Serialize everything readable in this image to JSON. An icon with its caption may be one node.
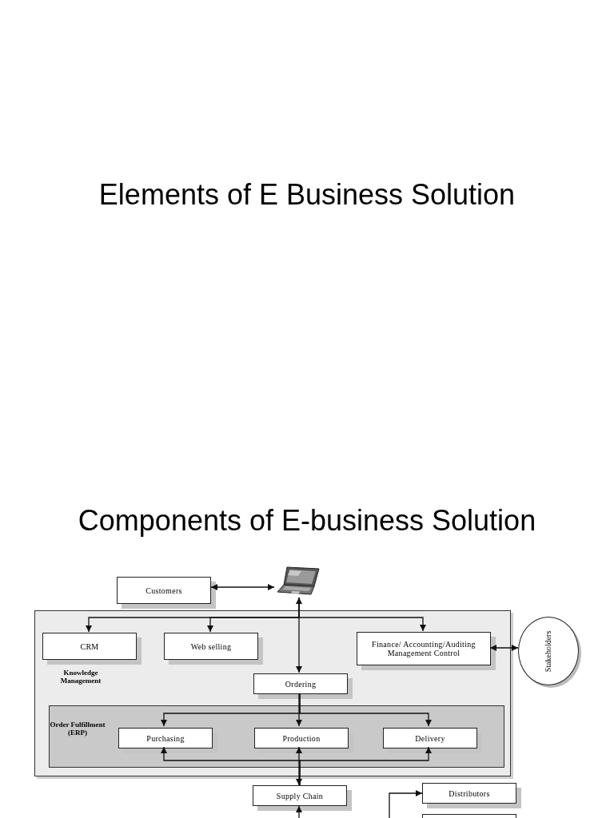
{
  "diagram": {
    "title": "Elements of E Business Solution",
    "nodes": [
      {
        "text": [
          "Customers"
        ]
      },
      {
        "text": [],
        "shape": "picture"
      },
      {
        "text": [
          "Knowledge Management"
        ]
      },
      {
        "text": [
          "CRM"
        ],
        "in": 2
      },
      {
        "text": [
          "Web selling"
        ],
        "in": 2
      },
      {
        "text": [
          "Finance/ Accounting/Auditing Management Control"
        ],
        "in": 2
      },
      {
        "text": [
          "Stakeholders"
        ]
      },
      {
        "text": [
          "Ordering"
        ],
        "in": 2
      },
      {
        "text": [
          "Order Fulfillment (ERP)"
        ],
        "in": 2
      },
      {
        "text": [
          "Purchasing"
        ],
        "in": 8
      },
      {
        "text": [
          "Production"
        ],
        "in": 8
      },
      {
        "text": [
          "Delivery"
        ],
        "in": 8
      },
      {
        "text": [
          "Supply Chain"
        ]
      },
      {
        "text": [
          "Distributors"
        ]
      },
      {
        "text": [],
        "shape": "box"
      }
    ],
    "edges": [
      {
        "from": 0,
        "to": 1,
        "arrow": "both"
      },
      {
        "from": 1,
        "to": 3,
        "arrow": "to"
      },
      {
        "from": 1,
        "to": 4,
        "arrow": "to"
      },
      {
        "from": 1,
        "to": 5,
        "arrow": "to"
      },
      {
        "from": 1,
        "to": 7,
        "arrow": "both"
      },
      {
        "from": 5,
        "to": 6,
        "arrow": "both"
      },
      {
        "from": 7,
        "to": 9,
        "arrow": "to"
      },
      {
        "from": 7,
        "to": 10,
        "arrow": "to"
      },
      {
        "from": 7,
        "to": 11,
        "arrow": "to"
      },
      {
        "from": 12,
        "to": 9,
        "arrow": "to"
      },
      {
        "from": 12,
        "to": 11,
        "arrow": "to"
      },
      {
        "from": 10,
        "to": 12,
        "arrow": "both"
      },
      {
        "from": null,
        "to": 12,
        "arrow": "to"
      },
      {
        "from": null,
        "to": 13,
        "arrow": "to"
      }
    ],
    "labels": [
      "Components of E-business Solution"
    ]
  }
}
